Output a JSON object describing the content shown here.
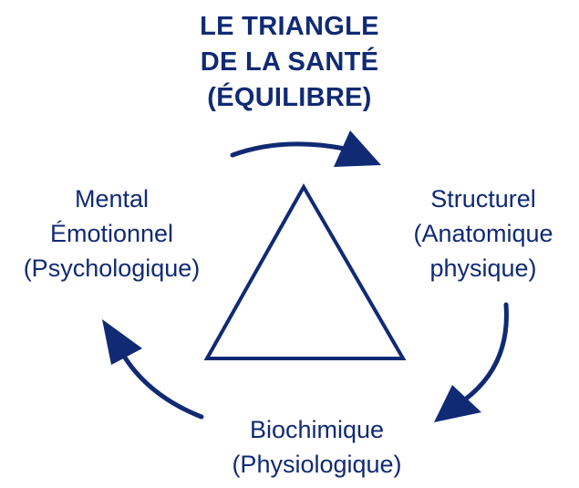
{
  "title": {
    "line1": "LE TRIANGLE",
    "line2": "DE LA SANTÉ",
    "line3": "(ÉQUILIBRE)"
  },
  "nodes": {
    "mental": {
      "line1": "Mental",
      "line2": "Émotionnel",
      "line3": "(Psychologique)"
    },
    "structurel": {
      "line1": "Structurel",
      "line2": "(Anatomique",
      "line3": "physique)"
    },
    "biochimique": {
      "line1": "Biochimique",
      "line2": "(Physiologique)"
    }
  },
  "colors": {
    "primary": "#102a74",
    "background": "#ffffff"
  },
  "icons": {
    "center_shape": "triangle-outline",
    "arrows": "curved-arrow"
  }
}
